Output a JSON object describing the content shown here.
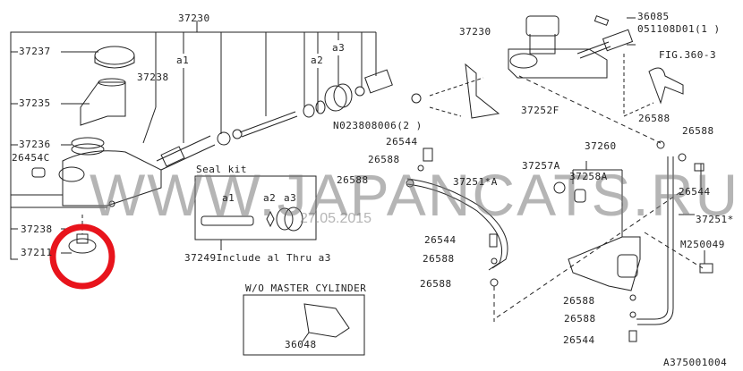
{
  "diagram": {
    "title_ref": "A375001004",
    "watermark": "WWW.JAPANCATS.RU",
    "watermark_date": "27.05.2015",
    "labels": {
      "assy_left": "37230",
      "cap": "37237",
      "reservoir": "37235",
      "clamp": "37236",
      "grommet": "26454C",
      "pin_upper": "37238",
      "a1": "a1",
      "a2": "a2",
      "a3": "a3",
      "nut": "N023808006(2 )",
      "pin_lower": "37238",
      "highlighted_part": "37211",
      "seal_kit_title": "Seal kit",
      "seal_a1": "a1",
      "seal_a2": "a2",
      "seal_a3": "a3",
      "seal_kit_part": "37249Include al Thru a3",
      "wo_title": "W/O MASTER CYLINDER",
      "wo_part": "36048",
      "assy_right": "37230",
      "pin_36085": "36085",
      "clip": "051108D01(1 )",
      "fig_ref": "FIG.360-3",
      "bracket": "37252F",
      "washer_r1": "26588",
      "washer_r2": "26588",
      "operating_cyl": "37260",
      "bleeder": "37257A",
      "bleeder_cap": "37258A",
      "bolt_l1": "26544",
      "washer_l1": "26588",
      "washer_l2": "26588",
      "hose_a": "37251*A",
      "bolt_r1": "26544",
      "pipe": "37251*",
      "bolt_m": "M250049",
      "bolt_m1": "26544",
      "washer_m1": "26588",
      "washer_m2": "26588",
      "washer_b1": "26588",
      "washer_b2": "26588",
      "bolt_b": "26544"
    },
    "highlight_color": "#e8141c"
  }
}
